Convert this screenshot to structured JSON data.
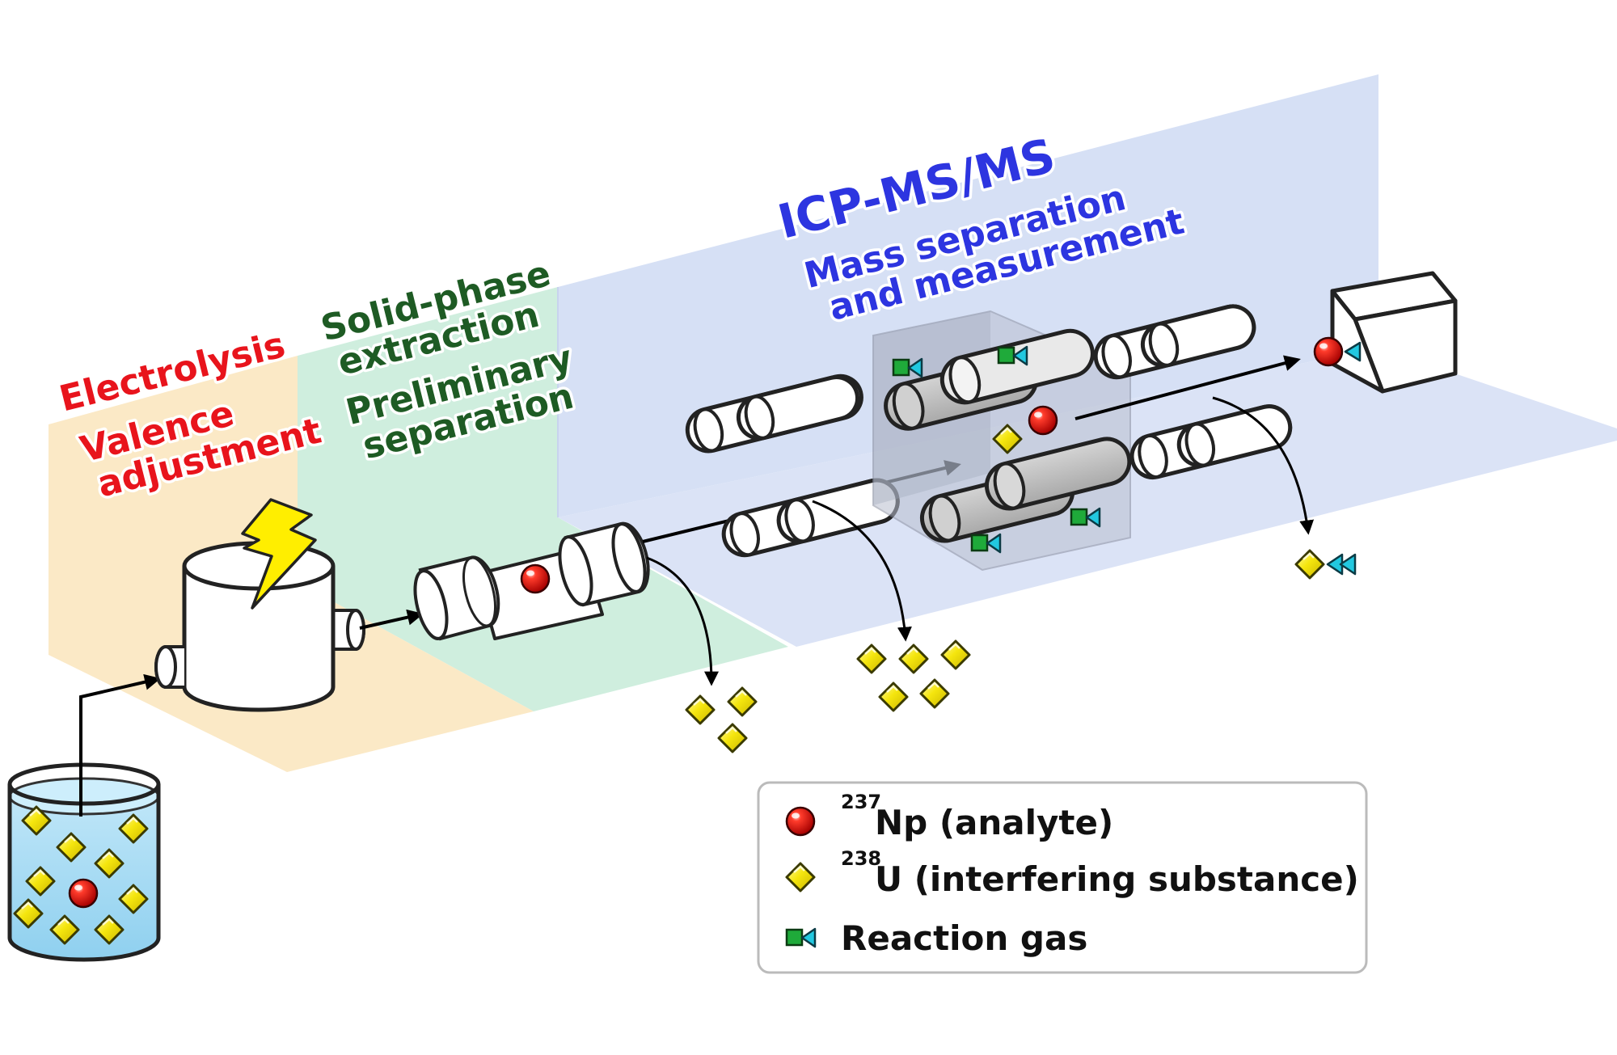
{
  "stages": {
    "electrolysis": {
      "title": "Electrolysis",
      "line1": "Valence",
      "line2": "adjustment",
      "color": "#e8141c"
    },
    "spe": {
      "line1": "Solid-phase",
      "line2": "extraction",
      "line3": "Preliminary",
      "line4": "separation",
      "color": "#1e5b24"
    },
    "icp": {
      "title": "ICP-MS/MS",
      "line1": "Mass separation",
      "line2": "and measurement",
      "color": "#2d35e0"
    }
  },
  "legend": {
    "np": {
      "mass": "237",
      "text": "Np (analyte)",
      "icon": "red-sphere-icon"
    },
    "u": {
      "mass": "238",
      "text": "U (interfering substance)",
      "icon": "yellow-diamond-icon"
    },
    "gas": {
      "text": "Reaction gas",
      "icon": "green-cube-cyan-cone-icon"
    }
  },
  "colors": {
    "panel_orange": "#fbe9c6",
    "panel_green": "#cfeede",
    "panel_blue": "#d6e0f5",
    "np_red": "#e01818",
    "u_yellow": "#f5e60e",
    "gas_green": "#1faa3a",
    "gas_cyan": "#22c8e0",
    "water": "#a9dcf3"
  }
}
